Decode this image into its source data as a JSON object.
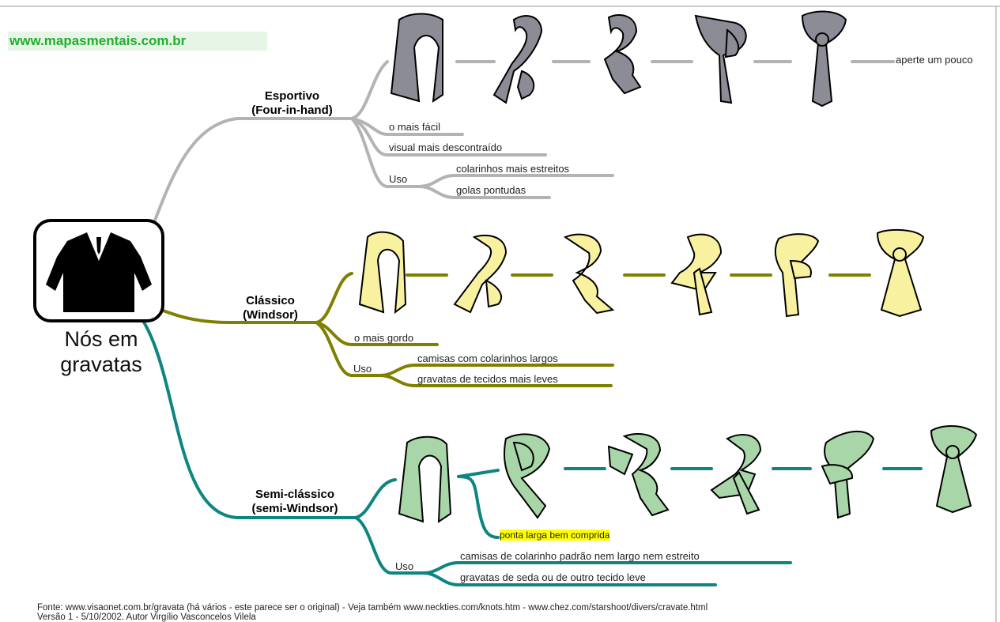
{
  "site": "www.mapasmentais.com.br",
  "center": {
    "line1": "Nós em",
    "line2": "gravatas",
    "icon": "suit-jacket-icon"
  },
  "colors": {
    "sport": "#b3b3b3",
    "classic": "#808000",
    "semi": "#0e8582",
    "tie_gray": "#8c8c96",
    "tie_yellow": "#f8f2a0",
    "tie_green": "#a8d6a8",
    "highlight": "#ffff00",
    "site_green": "#1fae2e"
  },
  "branches": {
    "esportivo": {
      "title1": "Esportivo",
      "title2": "(Four-in-hand)",
      "leaf1": "o mais fácil",
      "leaf2": "visual mais descontraído",
      "uso": "Uso",
      "uso1": "colarinhos mais estreitos",
      "uso2": "golas pontudas",
      "step_note": "aperte um pouco"
    },
    "classico": {
      "title1": "Clássico",
      "title2": "(Windsor)",
      "leaf1": "o mais gordo",
      "uso": "Uso",
      "uso1": "camisas com colarinhos largos",
      "uso2": "gravatas de tecidos mais leves"
    },
    "semi": {
      "title1": "Semi-clássico",
      "title2": "(semi-Windsor)",
      "note": "ponta larga bem comprida",
      "uso": "Uso",
      "uso1": "camisas de colarinho padrão nem largo nem estreito",
      "uso2": "gravatas de seda ou de outro tecido leve"
    }
  },
  "footer": {
    "line1": "Fonte: www.visaonet.com.br/gravata (há vários - este parece ser o original) - Veja também www.neckties.com/knots.htm - www.chez.com/starshoot/divers/cravate.html",
    "line2": "Versão 1 - 5/10/2002. Autor Virgílio Vasconcelos Vilela"
  }
}
